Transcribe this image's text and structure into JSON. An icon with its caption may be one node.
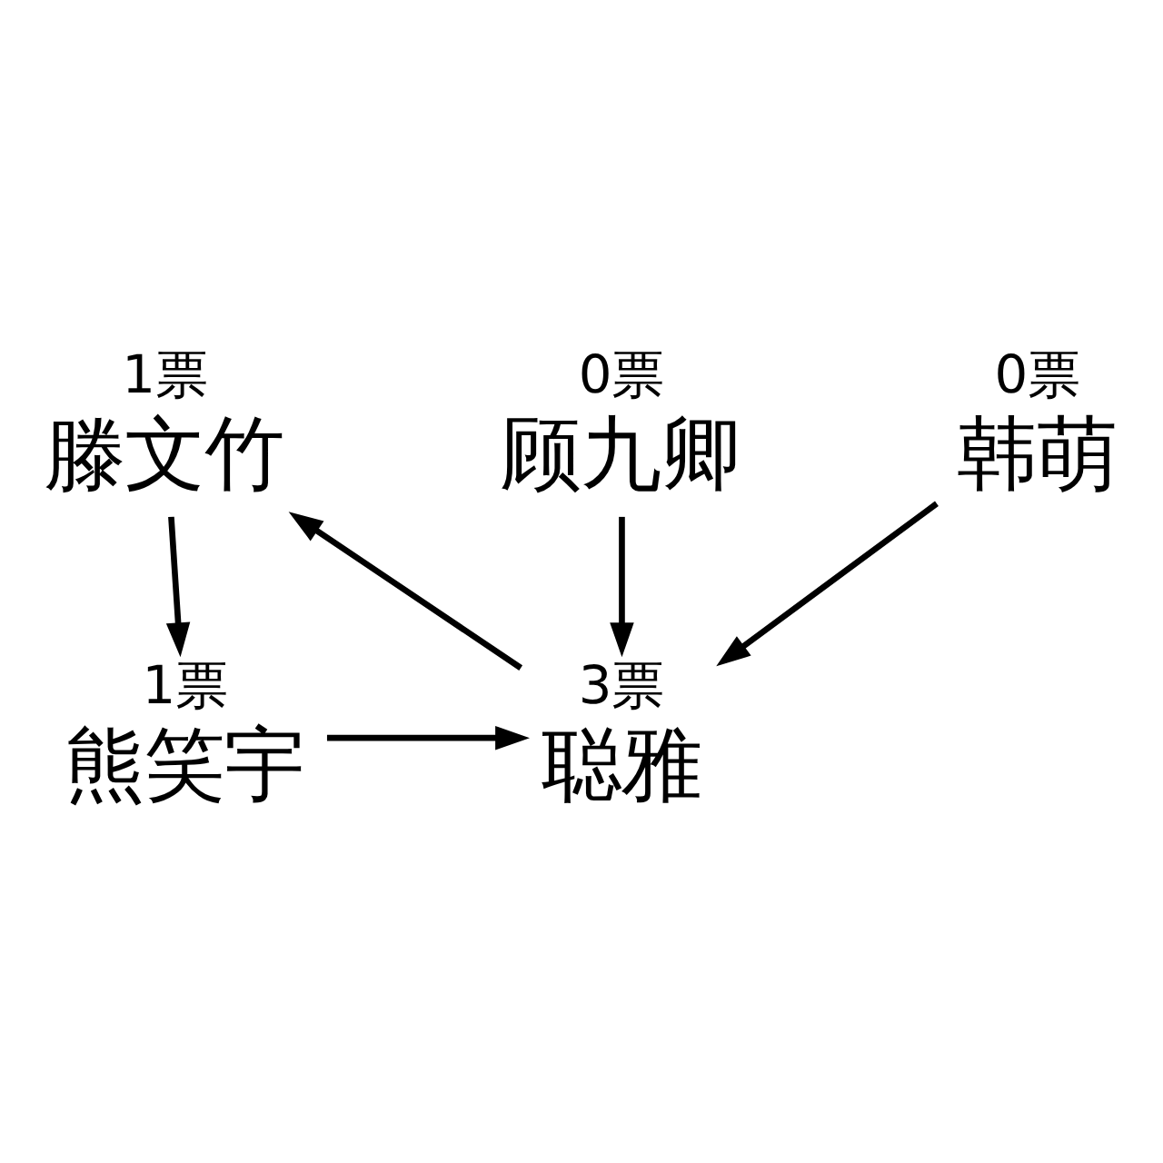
{
  "diagram": {
    "nodes": [
      {
        "text": [
          "0票",
          "顾九卿"
        ]
      },
      {
        "text": [
          "0票",
          "韩萌"
        ]
      },
      {
        "text": [
          "1票",
          "滕文竹"
        ]
      },
      {
        "text": [
          "1票",
          "熊笑宇"
        ]
      },
      {
        "text": [
          "3票",
          "聪雅"
        ]
      }
    ],
    "edges": [
      {
        "from": 0,
        "to": 4,
        "arrow": "to"
      },
      {
        "from": 1,
        "to": 4,
        "arrow": "to"
      },
      {
        "from": 2,
        "to": 3,
        "arrow": "to"
      },
      {
        "from": 3,
        "to": 4,
        "arrow": "to"
      },
      {
        "from": 4,
        "to": 2,
        "arrow": "to"
      }
    ]
  }
}
